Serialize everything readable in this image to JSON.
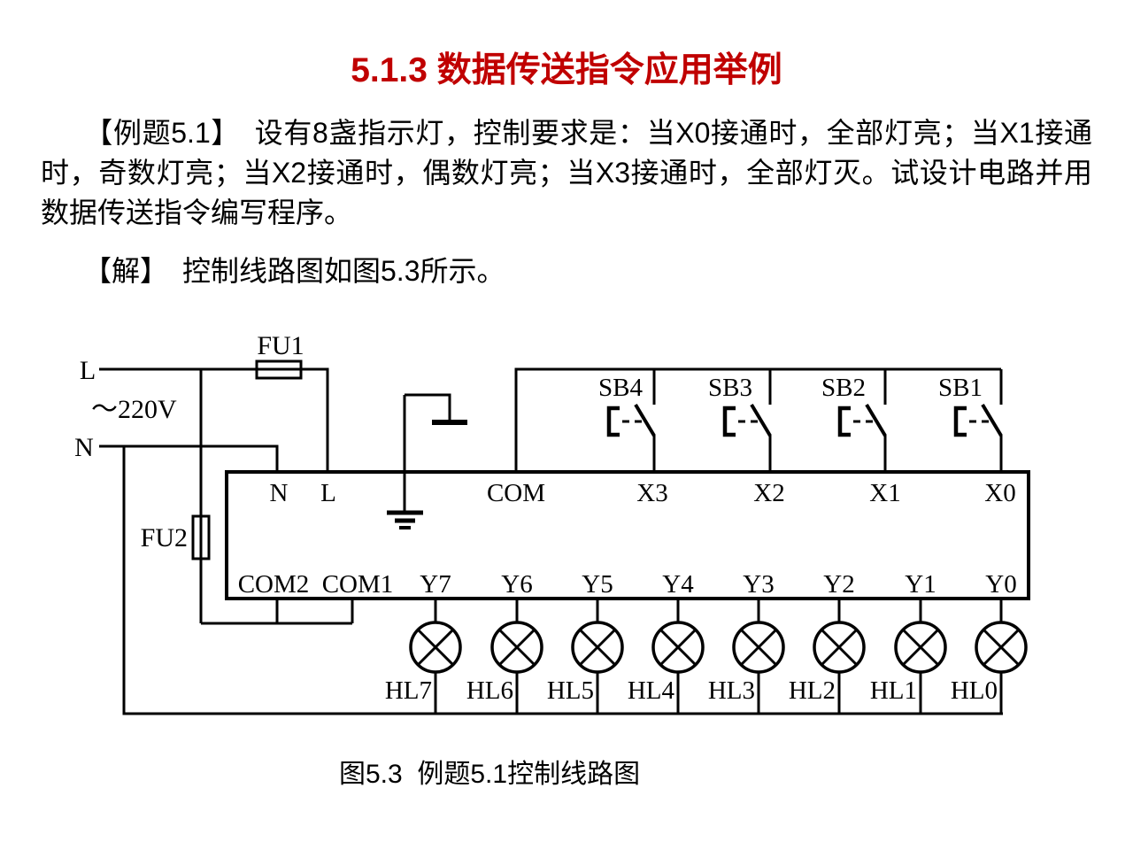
{
  "slide": {
    "title": "5.1.3  数据传送指令应用举例",
    "example_paragraph": "　　【例题5.1】　设有8盏指示灯，控制要求是：当X0接通时，全部灯亮；当X1接通时，奇数灯亮；当X2接通时，偶数灯亮；当X3接通时，全部灯灭。试设计电路并用数据传送指令编写程序。",
    "solution_line": "　　【解】　控制线路图如图5.3所示。",
    "figure_caption": "图5.3  例题5.1控制线路图"
  },
  "diagram": {
    "power_labels": {
      "l": "L",
      "n": "N",
      "voltage": "～220V"
    },
    "fuse_labels": {
      "fu1": "FU1",
      "fu2": "FU2"
    },
    "plc_top_terminals": [
      "N",
      "L",
      "COM",
      "X3",
      "X2",
      "X1",
      "X0"
    ],
    "plc_bottom_terminals": [
      "COM2",
      "COM1",
      "Y7",
      "Y6",
      "Y5",
      "Y4",
      "Y3",
      "Y2",
      "Y1",
      "Y0"
    ],
    "button_labels": [
      "SB4",
      "SB3",
      "SB2",
      "SB1"
    ],
    "lamp_labels": [
      "HL7",
      "HL6",
      "HL5",
      "HL4",
      "HL3",
      "HL2",
      "HL1",
      "HL0"
    ]
  },
  "colors": {
    "title_red": "#c00000",
    "ink": "#000000",
    "background": "#ffffff"
  }
}
